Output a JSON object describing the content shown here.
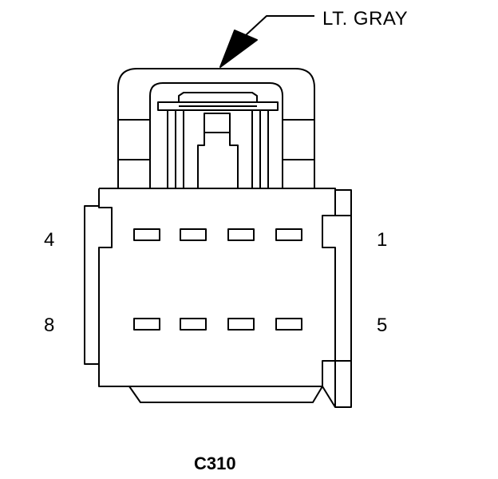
{
  "connector": {
    "id": "C310",
    "color_label": "LT. GRAY"
  },
  "pins": {
    "top_left": "4",
    "top_right": "1",
    "bottom_left": "8",
    "bottom_right": "5"
  },
  "colors": {
    "line": "#000000",
    "background": "#ffffff"
  }
}
